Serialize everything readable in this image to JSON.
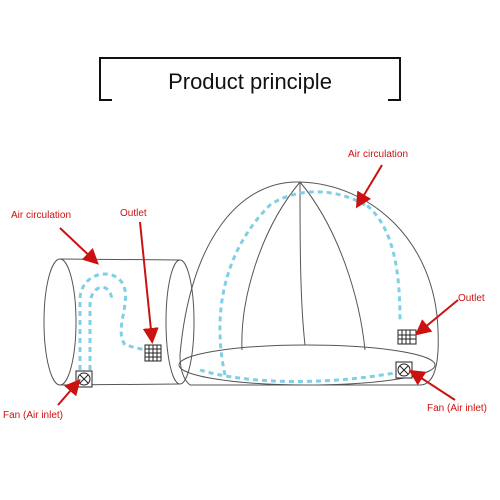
{
  "title": "Product principle",
  "labels": {
    "air_circulation_top": "Air circulation",
    "air_circulation_left": "Air circulation",
    "outlet_left": "Outlet",
    "outlet_right": "Outlet",
    "fan_left": "Fan (Air inlet)",
    "fan_right": "Fan (Air inlet)"
  },
  "colors": {
    "arrow_red": "#cc1111",
    "airflow_blue": "#7fd0e6",
    "outline": "#444444"
  }
}
